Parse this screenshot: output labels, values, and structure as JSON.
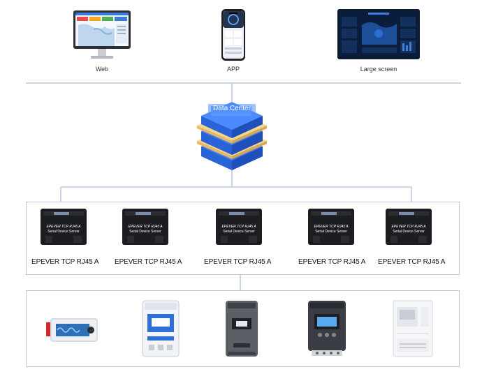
{
  "clients": {
    "web_label": "Web",
    "app_label": "APP",
    "screen_label": "Large screen"
  },
  "data_center": {
    "label": "Data Center"
  },
  "servers": [
    {
      "label": "EPEVER TCP RJ45 A",
      "device_title": "EPEVER TCP RJ45 A",
      "device_subtitle": "Serial Device Server"
    },
    {
      "label": "EPEVER TCP RJ45 A",
      "device_title": "EPEVER TCP RJ45 A",
      "device_subtitle": "Serial Device Server"
    },
    {
      "label": "EPEVER TCP RJ45 A",
      "device_title": "EPEVER TCP RJ45 A",
      "device_subtitle": "Serial Device Server"
    },
    {
      "label": "EPEVER TCP RJ45 A",
      "device_title": "EPEVER TCP RJ45 A",
      "device_subtitle": "Serial Device Server"
    },
    {
      "label": "EPEVER TCP RJ45 A",
      "device_title": "EPEVER TCP RJ45 A",
      "device_subtitle": "Serial Device Server"
    }
  ],
  "colors": {
    "line": "#b9c8de",
    "cube_blue": "#2e6fe6",
    "cube_gold": "#f1cf86"
  }
}
